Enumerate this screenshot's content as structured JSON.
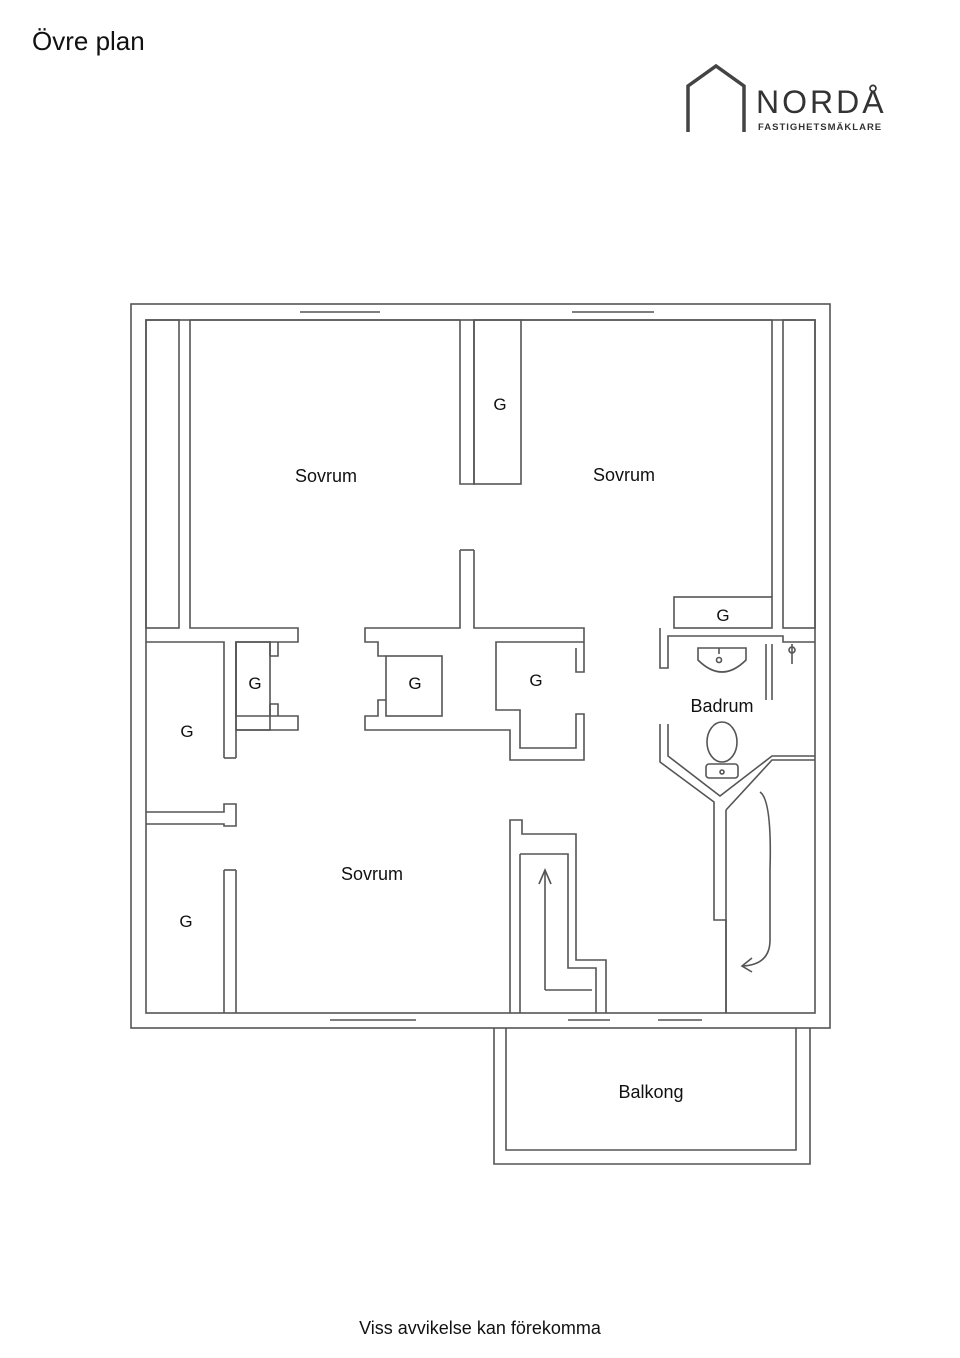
{
  "header": {
    "title": "Övre plan"
  },
  "logo": {
    "name": "NORDÅ",
    "tagline": "FASTIGHETSMÄKLARE",
    "icon": "house-outline-icon"
  },
  "rooms": {
    "bedroom_left": "Sovrum",
    "bedroom_right": "Sovrum",
    "bedroom_bottom": "Sovrum",
    "bathroom": "Badrum",
    "balcony": "Balkong"
  },
  "closets": {
    "top_center": "G",
    "right_upper": "G",
    "hall_left": "G",
    "hall_center": "G",
    "hall_right": "G",
    "left_upper": "G",
    "left_lower": "G"
  },
  "footer": {
    "note": "Viss avvikelse kan förekomma"
  },
  "colors": {
    "line": "#555555",
    "text": "#111111",
    "background": "#ffffff"
  }
}
